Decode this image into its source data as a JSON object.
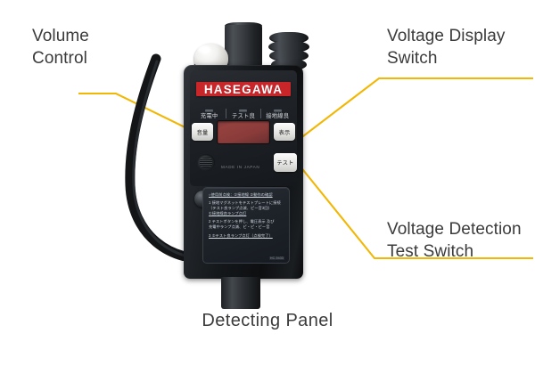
{
  "figure": {
    "caption": "Detecting Panel",
    "accent_color": "#f2b705",
    "background": "#ffffff"
  },
  "annotations": [
    {
      "id": "volume-control",
      "label": "Volume\nControl",
      "target": "left-side button"
    },
    {
      "id": "voltage-display-switch",
      "label": "Voltage Display\nSwitch",
      "target": "right display button"
    },
    {
      "id": "voltage-detection-test-switch",
      "label": "Voltage Detection\nTest Switch",
      "target": "test button"
    }
  ],
  "device": {
    "brand": "HASEGAWA",
    "brand_bg": "#c9262a",
    "brand_fg": "#ffffff",
    "origin_text": "MADE IN JAPAN",
    "indicators": [
      {
        "label": "充電中"
      },
      {
        "label": "テスト良"
      },
      {
        "label": "接地線良"
      }
    ],
    "buttons": [
      {
        "id": "volume-button",
        "label": "音量"
      },
      {
        "id": "display-button",
        "label": "表示"
      },
      {
        "id": "test-button",
        "label": "テスト"
      }
    ],
    "display": {
      "value": "",
      "color": "#8a3c3a"
    },
    "instructions": {
      "heading": "○使用前点検：①接地線 ②動作の確認",
      "lines": [
        "1 接地マグネットをテストプレートに接続",
        "（テスト良ランプ点滅、ピー音3回）",
        "①接地線良ランプ点灯",
        "2 テストボタンを押し、電圧表示 及び",
        "充電中ランプ点滅、ピ・ピ・ピー音",
        "3 ②テスト良ランプ点灯（点検完了）"
      ],
      "code": "HC-9433"
    }
  }
}
